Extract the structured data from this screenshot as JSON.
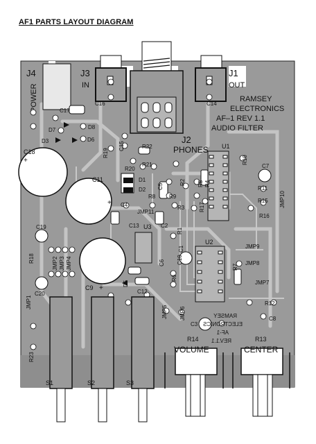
{
  "title": "AF1 PARTS LAYOUT DIAGRAM",
  "board": {
    "brand_lines": [
      "RAMSEY",
      "ELECTRONICS",
      "AF–1 REV 1.1",
      "AUDIO FILTER"
    ],
    "silk_mirror_lines": [
      "RAMSEY",
      "ELECTRONICS",
      "AF-1",
      "REV.1.1"
    ],
    "connectors": {
      "j4": {
        "ref": "J4",
        "name": "POWER"
      },
      "j3": {
        "ref": "J3",
        "name": "IN"
      },
      "j1": {
        "ref": "J1",
        "name": "OUT"
      },
      "j2": {
        "ref": "J2",
        "name": "PHONES"
      }
    },
    "controls": {
      "r14": {
        "ref": "R14",
        "name": "VOLUME"
      },
      "r13": {
        "ref": "R13",
        "name": "CENTER"
      }
    },
    "switches": [
      "S1",
      "S2",
      "S3"
    ],
    "ics": [
      "U1",
      "U2",
      "U3"
    ],
    "component_labels": {
      "c17": "C17",
      "d8": "D8",
      "d7": "D7",
      "d3": "D3",
      "d6": "D6",
      "c16": "C16",
      "c14": "C14",
      "c18": "C18",
      "r19": "R19",
      "c15": "C15",
      "r22": "R22",
      "r21": "R21",
      "r20": "R20",
      "d1": "D1",
      "d2": "D2",
      "c11": "C11",
      "c4": "C4",
      "r8": "R8",
      "r9": "R9",
      "c5": "C5",
      "jmp11": "JMP11",
      "c13": "C13",
      "c2": "C2",
      "r2": "R2",
      "r3": "R3",
      "r5": "R5",
      "r4": "R4",
      "r17": "R17",
      "r10": "R10",
      "c7": "C7",
      "r11": "R11",
      "r15": "R15",
      "r16": "R16",
      "jmp10": "JMP10",
      "c19": "C19",
      "r1": "R1",
      "c1": "C1",
      "c10": "C10",
      "c6": "C6",
      "r18": "R18",
      "jmp9": "JMP9",
      "jmp8": "JMP8",
      "r7": "R7",
      "jmp2": "JMP2",
      "jmp3": "JMP3",
      "jmp4": "JMP4",
      "c20": "C20",
      "c9": "C9",
      "d5": "D5",
      "r6": "R6",
      "c12": "C12",
      "jmp7": "JMP7",
      "jmp1": "JMP1",
      "jmp5": "JMP5",
      "jmp6": "JMP6",
      "r12": "R12",
      "c8": "C8",
      "c3": "C3",
      "r23": "R23"
    }
  },
  "colors": {
    "board": "#9a9a9a",
    "trace": "#c4c4c4",
    "background": "#ffffff",
    "ink": "#111111"
  }
}
